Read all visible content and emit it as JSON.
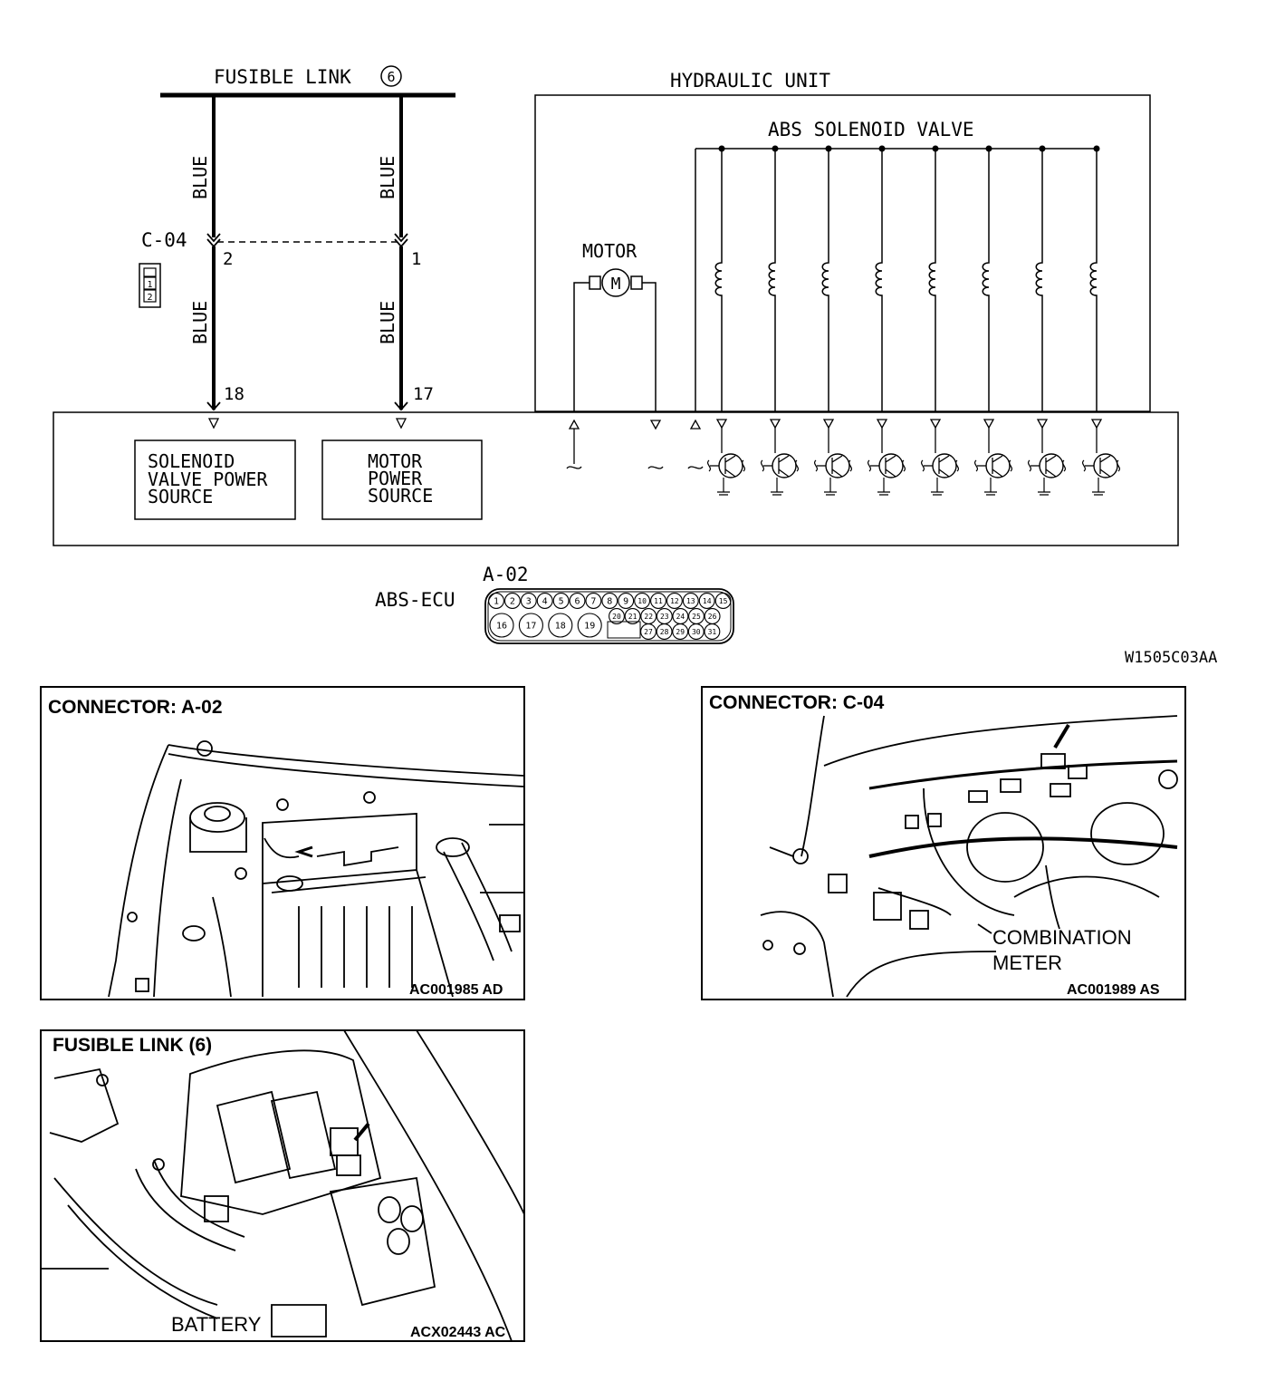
{
  "fusible_link": {
    "label": "FUSIBLE LINK",
    "number": "6"
  },
  "hydraulic_unit": {
    "label": "HYDRAULIC UNIT"
  },
  "solenoid_group": {
    "label": "ABS SOLENOID VALVE"
  },
  "motor": {
    "label": "MOTOR",
    "symbol": "M"
  },
  "wire_colors": {
    "left_upper": "BLUE",
    "left_lower": "BLUE",
    "right_upper": "BLUE",
    "right_lower": "BLUE"
  },
  "connector_c04": {
    "name": "C-04",
    "pin_left": "2",
    "pin_right": "1",
    "face_pins": [
      "1",
      "2"
    ]
  },
  "ecu_pins": {
    "left": "18",
    "right": "17"
  },
  "ecu_blocks": {
    "solenoid": [
      "SOLENOID",
      "VALVE POWER",
      "SOURCE"
    ],
    "motor": [
      "MOTOR",
      "POWER",
      "SOURCE"
    ]
  },
  "ecu": {
    "label": "ABS-ECU",
    "connector": "A-02",
    "pins_row1": [
      "1",
      "2",
      "3",
      "4",
      "5",
      "6",
      "7",
      "8",
      "9",
      "10",
      "11",
      "12",
      "13",
      "14",
      "15"
    ],
    "pins_row2_large": [
      "16",
      "17",
      "18",
      "19"
    ],
    "pins_row2_small": [
      "20",
      "21",
      "22",
      "23",
      "24",
      "25",
      "26"
    ],
    "pins_row3_small": [
      "27",
      "28",
      "29",
      "30",
      "31"
    ]
  },
  "drawing_code": "W1505C03AA",
  "panels": {
    "a02": {
      "title": "CONNECTOR: A-02",
      "code": "AC001985 AD"
    },
    "c04": {
      "title": "CONNECTOR: C-04",
      "code": "AC001989 AS",
      "callout": [
        "COMBINATION",
        "METER"
      ]
    },
    "fusible": {
      "title": "FUSIBLE LINK (6)",
      "code": "ACX02443 AC",
      "callout": "BATTERY"
    }
  }
}
